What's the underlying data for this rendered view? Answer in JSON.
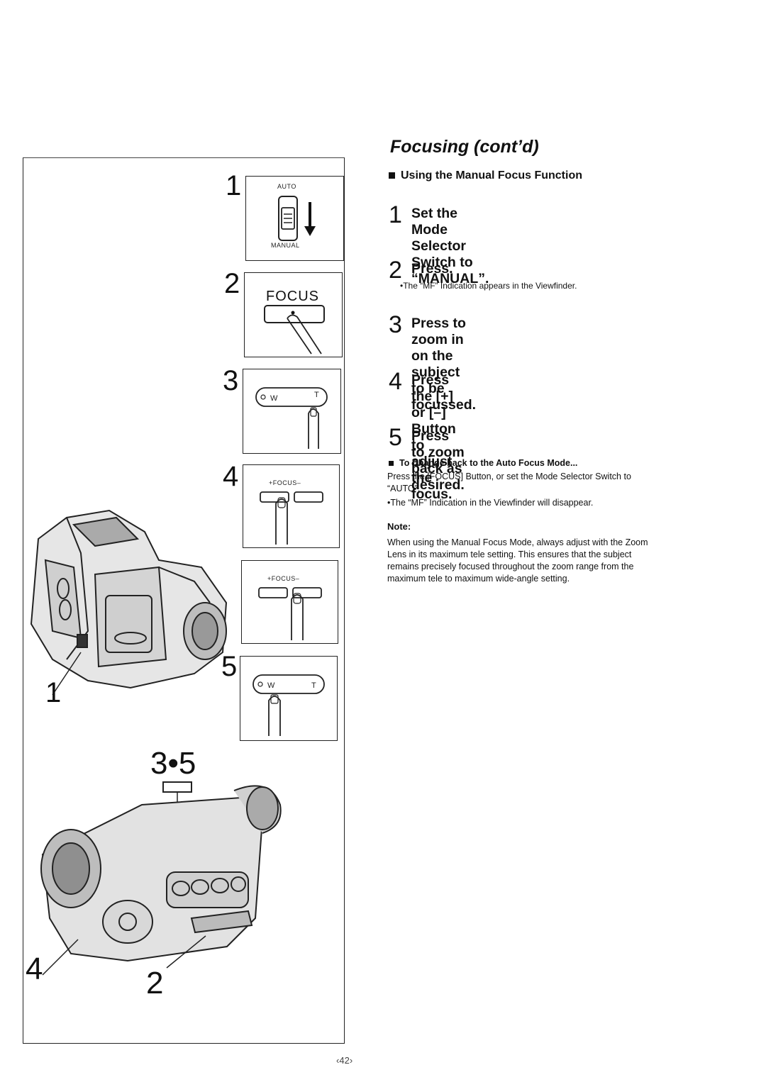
{
  "heading": "Focusing (cont’d)",
  "section_title": "Using the Manual Focus Function",
  "steps": [
    {
      "num": "1",
      "text_line1": "Set the Mode Selector Switch to",
      "text_line2": "“MANUAL”."
    },
    {
      "num": "2",
      "text_line1": "Press.",
      "note": "•The “MF” Indication appears in the Viewfinder."
    },
    {
      "num": "3",
      "text_line1": "Press to zoom in on the subject to be",
      "text_line2": "focussed."
    },
    {
      "num": "4",
      "text_line1": "Press the [+] or [–] Button to adjust",
      "text_line2": "the focus."
    },
    {
      "num": "5",
      "text_line1": "Press to zoom back as desired."
    }
  ],
  "change_back": {
    "title": "To Change back to the Auto Focus Mode...",
    "line1": "Press the [FOCUS] Button, or set the Mode Selector Switch to",
    "line2": "“AUTO”.",
    "line3": "•The “MF” Indication in the Viewfinder will disappear."
  },
  "note": {
    "label": "Note:",
    "line1": "When using the Manual Focus Mode, always adjust with the Zoom",
    "line2": "Lens in its maximum tele setting. This ensures that the subject",
    "line3": "remains precisely focused throughout the zoom range from the",
    "line4": "maximum tele to maximum wide-angle setting."
  },
  "illustration": {
    "step_labels": [
      "1",
      "2",
      "3",
      "4",
      "5"
    ],
    "auto_label": "AUTO",
    "manual_label": "MANUAL",
    "focus_label": "FOCUS",
    "focus_pm_label": "+FOCUS–",
    "w_label": "W",
    "t_label": "T",
    "camera_callout_1": "1",
    "camera_callout_35": "3•5",
    "camera_callout_4": "4",
    "camera_callout_2": "2"
  },
  "page_number": "42"
}
